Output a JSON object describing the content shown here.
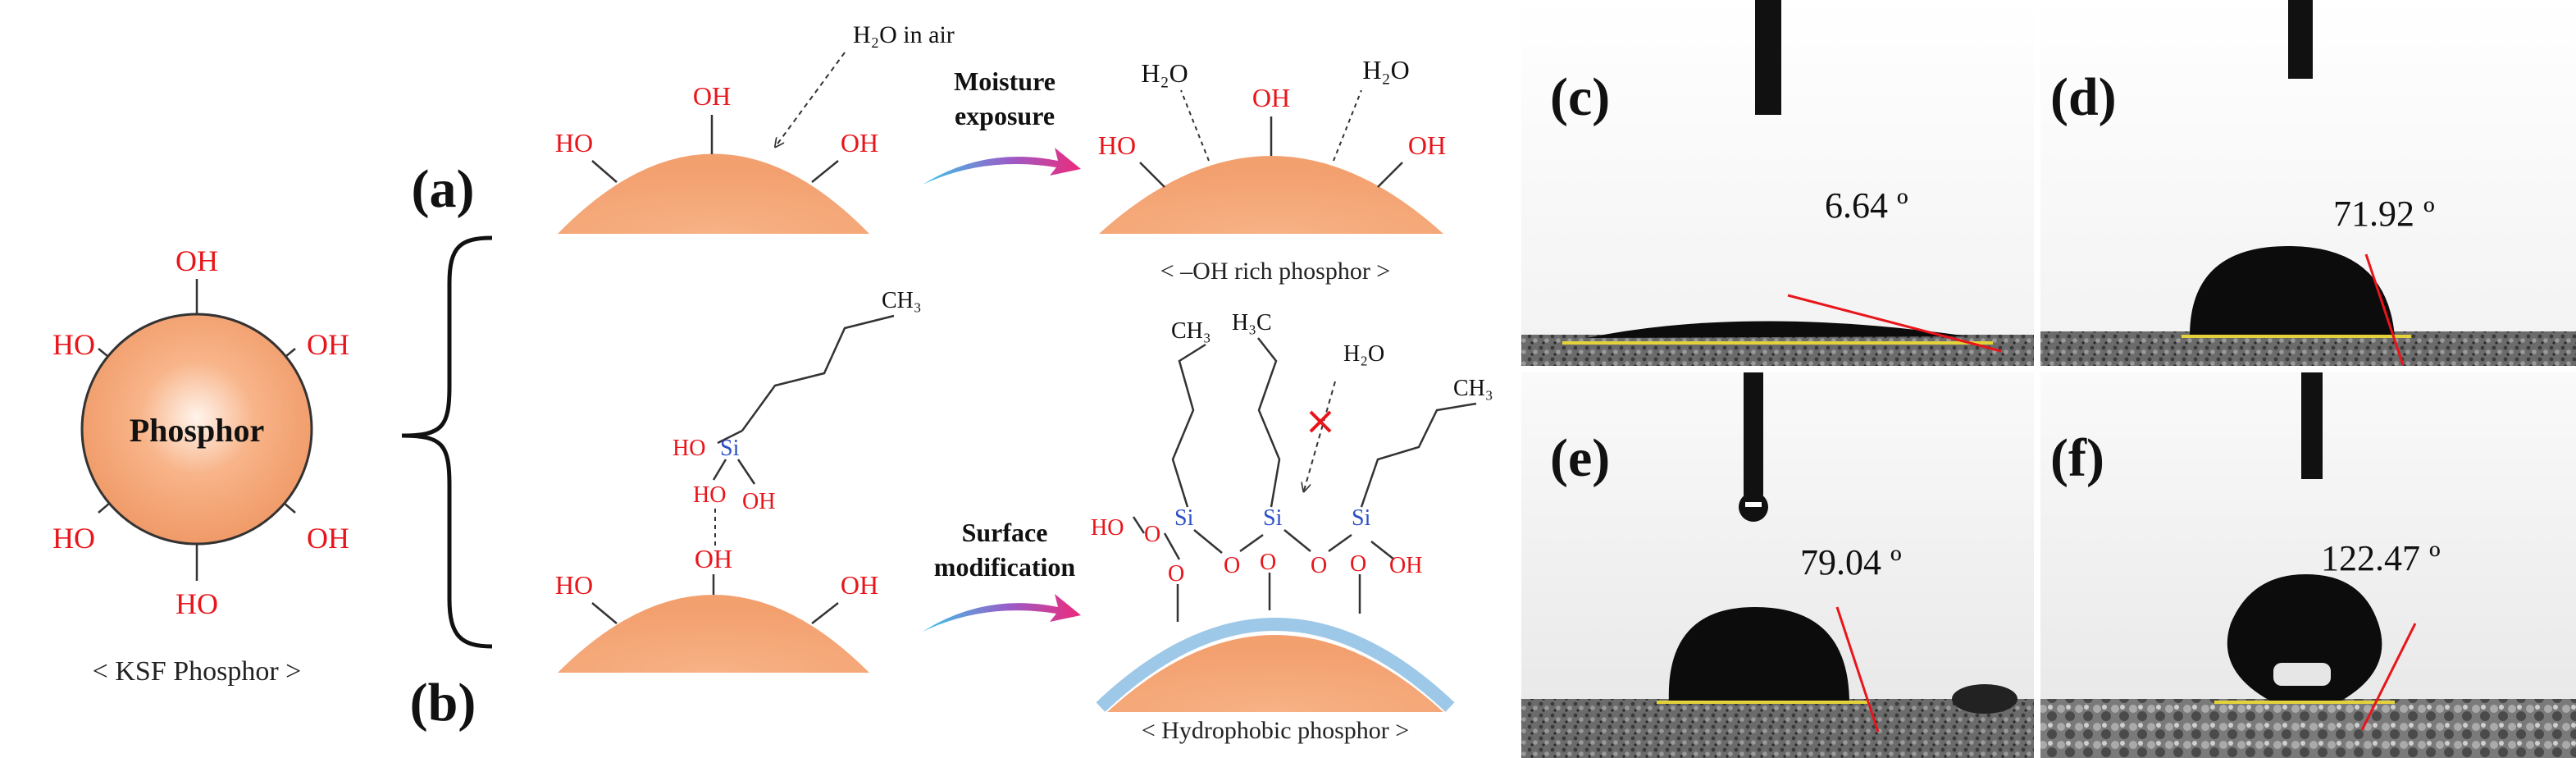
{
  "left": {
    "core_label": "Phosphor",
    "oh": "OH",
    "ho": "HO",
    "caption": "< KSF Phosphor >"
  },
  "scheme": {
    "label_a": "(a)",
    "label_b": "(b)",
    "h2o_in_air": "H₂O in air",
    "arrow_a_line1": "Moisture",
    "arrow_a_line2": "exposure",
    "arrow_b_line1": "Surface",
    "arrow_b_line2": "modification",
    "h2o": "H₂O",
    "caption_a": "< –OH rich phosphor >",
    "caption_b": "< Hydrophobic phosphor >",
    "ch3": "CH₃",
    "h3c": "H₃C",
    "si": "Si",
    "o": "O",
    "oh": "OH",
    "ho": "HO"
  },
  "photos": [
    {
      "label": "(c)",
      "angle": "6.64 º"
    },
    {
      "label": "(d)",
      "angle": "71.92 º"
    },
    {
      "label": "(e)",
      "angle": "79.04 º"
    },
    {
      "label": "(f)",
      "angle": "122.47 º"
    }
  ],
  "colors": {
    "particle": "#f6a87a",
    "particle_edge": "#d98a5e",
    "hydroxyl": "#e8151b",
    "silicon": "#2d4fc4",
    "arrow_start": "#3cc6e6",
    "arrow_end": "#ee2a7b",
    "baseline": "#e4d23a",
    "tangent": "#e8151b"
  }
}
